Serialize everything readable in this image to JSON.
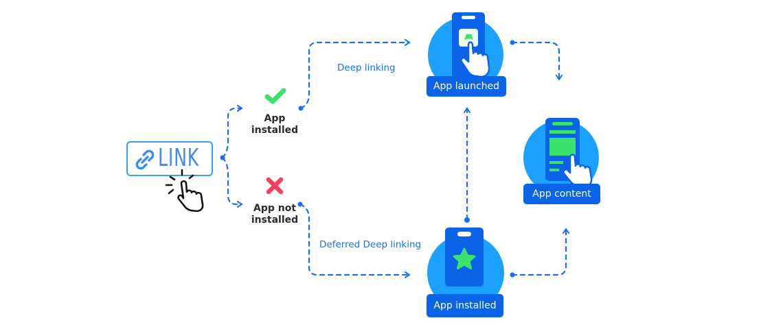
{
  "diagram": {
    "type": "deep-linking-flow",
    "link": {
      "label": "LINK",
      "icon": "link-chain-icon",
      "cursor": "pointer-hand-click-icon"
    },
    "decisions": [
      {
        "id": "installed",
        "label_line1": "App",
        "label_line2": "installed",
        "icon": "green-check-icon"
      },
      {
        "id": "not-installed",
        "label_line1": "App not",
        "label_line2": "installed",
        "icon": "red-x-icon"
      }
    ],
    "flows": {
      "deep_linking": "Deep linking",
      "deferred_deep_linking": "Deferred Deep linking"
    },
    "nodes": {
      "app_launched": "App launched",
      "app_installed": "App installed",
      "app_content": "App content"
    },
    "colors": {
      "arrow": "#1a6ef0",
      "circle": "#1da1ff",
      "phone": "#0b63e8",
      "label_bg": "#0b63e8",
      "accent_green": "#3ce26c",
      "cross_red": "#f2415f",
      "link_blue": "#3b8ef0"
    }
  }
}
